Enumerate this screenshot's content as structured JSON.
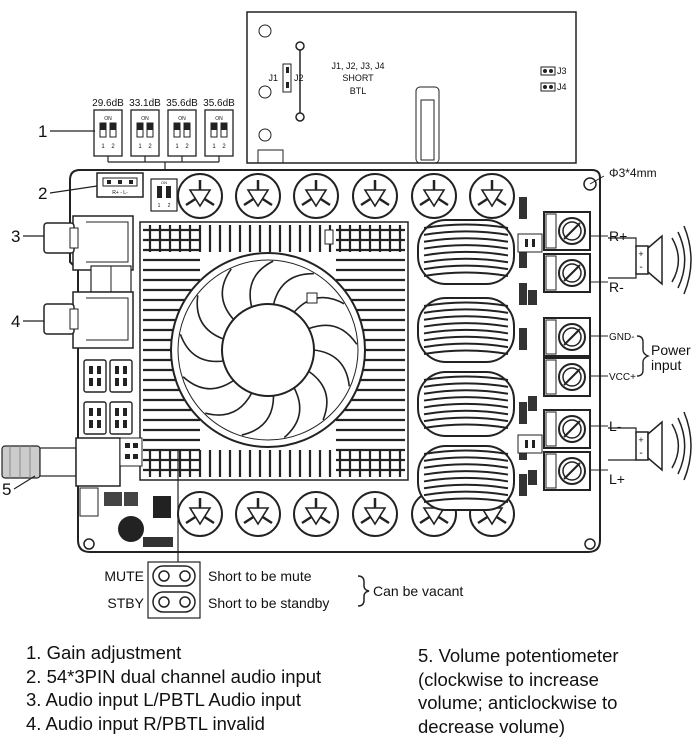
{
  "gain_settings": [
    "29.6dB",
    "33.1dB",
    "35.6dB",
    "35.6dB"
  ],
  "dip_on": "ON",
  "dip_pins": [
    "1",
    "2"
  ],
  "input_connector_pins": "R+ - L-",
  "callouts": [
    "1",
    "2",
    "3",
    "4",
    "5"
  ],
  "jumper_note": {
    "labels": [
      "J1",
      "J2"
    ],
    "text_lines": [
      "J1, J2, J3, J4",
      "SHORT",
      "BTL"
    ],
    "j3": "J3",
    "j4": "J4"
  },
  "mount_hole": "Φ3*4mm",
  "terminals": {
    "r_plus": "R+",
    "r_minus": "R-",
    "gnd": "GND-",
    "vcc": "VCC+",
    "power_input_lines": [
      "Power",
      "input"
    ],
    "l_minus": "L-",
    "l_plus": "L+"
  },
  "speaker_polarity": [
    "+",
    "-"
  ],
  "mute_stby": {
    "mute_label": "MUTE",
    "stby_label": "STBY",
    "mute_desc": "Short to be mute",
    "stby_desc": "Short to be standby",
    "vacant": "Can be vacant"
  },
  "legend_left": [
    "1. Gain adjustment",
    "2. 54*3PIN dual channel audio input",
    "3. Audio input L/PBTL Audio input",
    "4. Audio input R/PBTL invalid"
  ],
  "legend_right": [
    "5. Volume  potentiometer",
    "(clockwise to increase",
    "volume; anticlockwise to",
    "decrease volume)"
  ]
}
